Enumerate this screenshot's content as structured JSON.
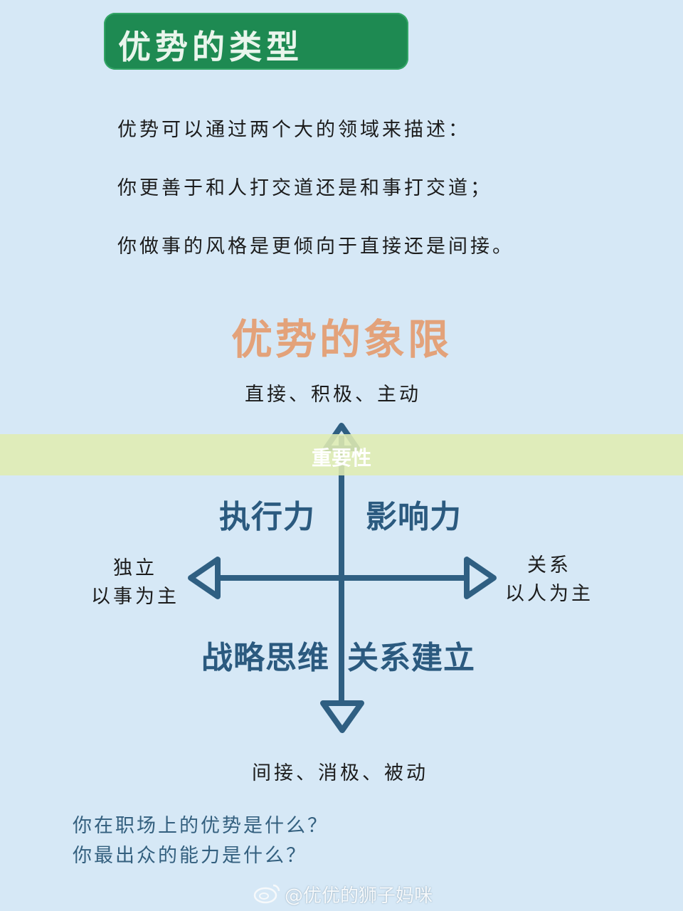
{
  "header": {
    "title": "优势的类型"
  },
  "intro": [
    "优势可以通过两个大的领域来描述：",
    "你更善于和人打交道还是和事打交道；",
    "你做事的风格是更倾向于直接还是间接。"
  ],
  "quadrant": {
    "title": "优势的象限",
    "top_label": "直接、积极、主动",
    "bottom_label": "间接、消极、被动",
    "left_label": [
      "独立",
      "以事为主"
    ],
    "right_label": [
      "关系",
      "以人为主"
    ],
    "quadrants": {
      "top_left": "执行力",
      "top_right": "影响力",
      "bottom_left": "战略思维",
      "bottom_right": "关系建立"
    },
    "axis_color": "#2f5f82"
  },
  "banner": {
    "text": "重要性"
  },
  "questions": [
    "你在职场上的优势是什么？",
    "你最出众的能力是什么？"
  ],
  "watermark": {
    "icon": "weibo-icon",
    "text": "@优优的狮子妈咪"
  },
  "colors": {
    "background": "#d6e8f6",
    "title_box": "#1e8a52",
    "sub_title": "#e3a27a",
    "quadrant_text": "#2b5a7f"
  }
}
